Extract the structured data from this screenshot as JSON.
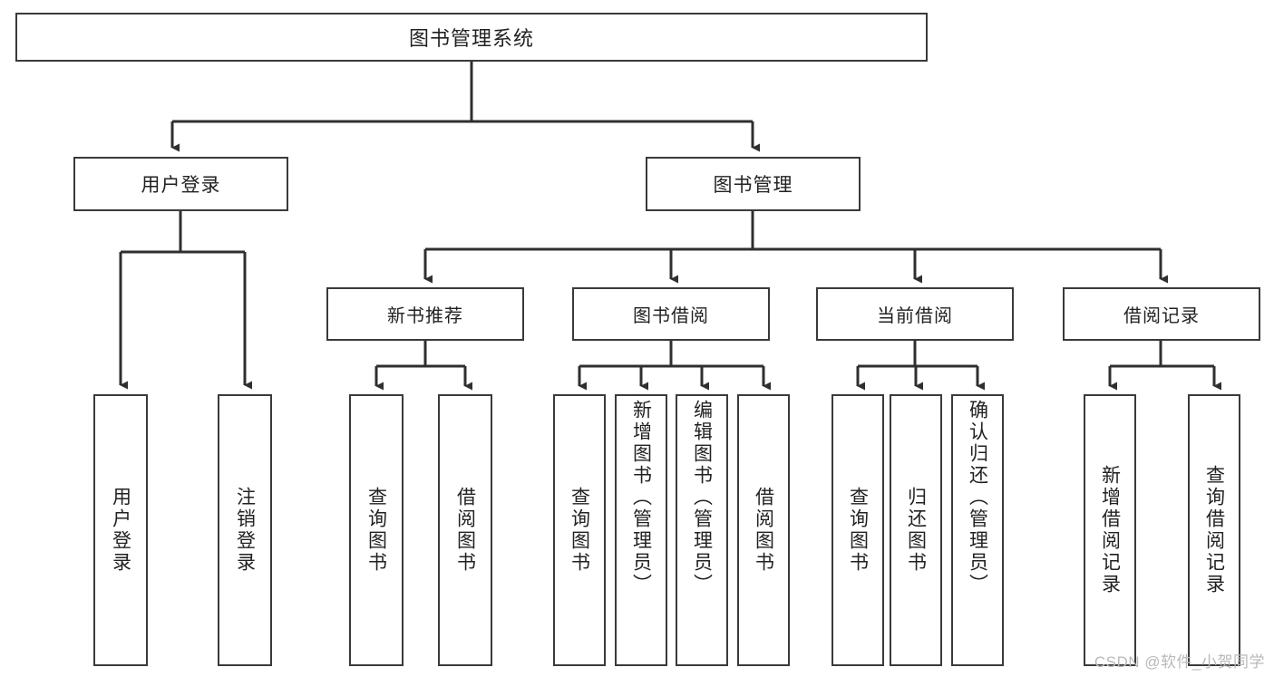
{
  "diagram": {
    "title": "图书管理系统",
    "style": {
      "box_border": "#3a3a3a",
      "box_fill": "#ffffff",
      "line": "#2f2f2f",
      "text": "#222222",
      "background": "#ffffff",
      "watermark_color": "#b9b9b9"
    },
    "root": {
      "label": "图书管理系统"
    },
    "level1": [
      {
        "label": "用户登录"
      },
      {
        "label": "图书管理"
      }
    ],
    "level2": [
      {
        "label": "新书推荐"
      },
      {
        "label": "图书借阅"
      },
      {
        "label": "当前借阅"
      },
      {
        "label": "借阅记录"
      }
    ],
    "leaves": {
      "user_login": [
        {
          "label": "用户登录"
        },
        {
          "label": "注销登录"
        }
      ],
      "new_book_recommend": [
        {
          "label": "查询图书"
        },
        {
          "label": "借阅图书"
        }
      ],
      "book_borrow": [
        {
          "label": "查询图书"
        },
        {
          "label": "新增图书（管理员）"
        },
        {
          "label": "编辑图书（管理员）"
        },
        {
          "label": "借阅图书"
        }
      ],
      "current_borrow": [
        {
          "label": "查询图书"
        },
        {
          "label": "归还图书"
        },
        {
          "label": "确认归还（管理员）"
        }
      ],
      "borrow_record": [
        {
          "label": "新增借阅记录"
        },
        {
          "label": "查询借阅记录"
        }
      ]
    }
  },
  "watermark": {
    "text": "CSDN @软件_小贺同学"
  }
}
